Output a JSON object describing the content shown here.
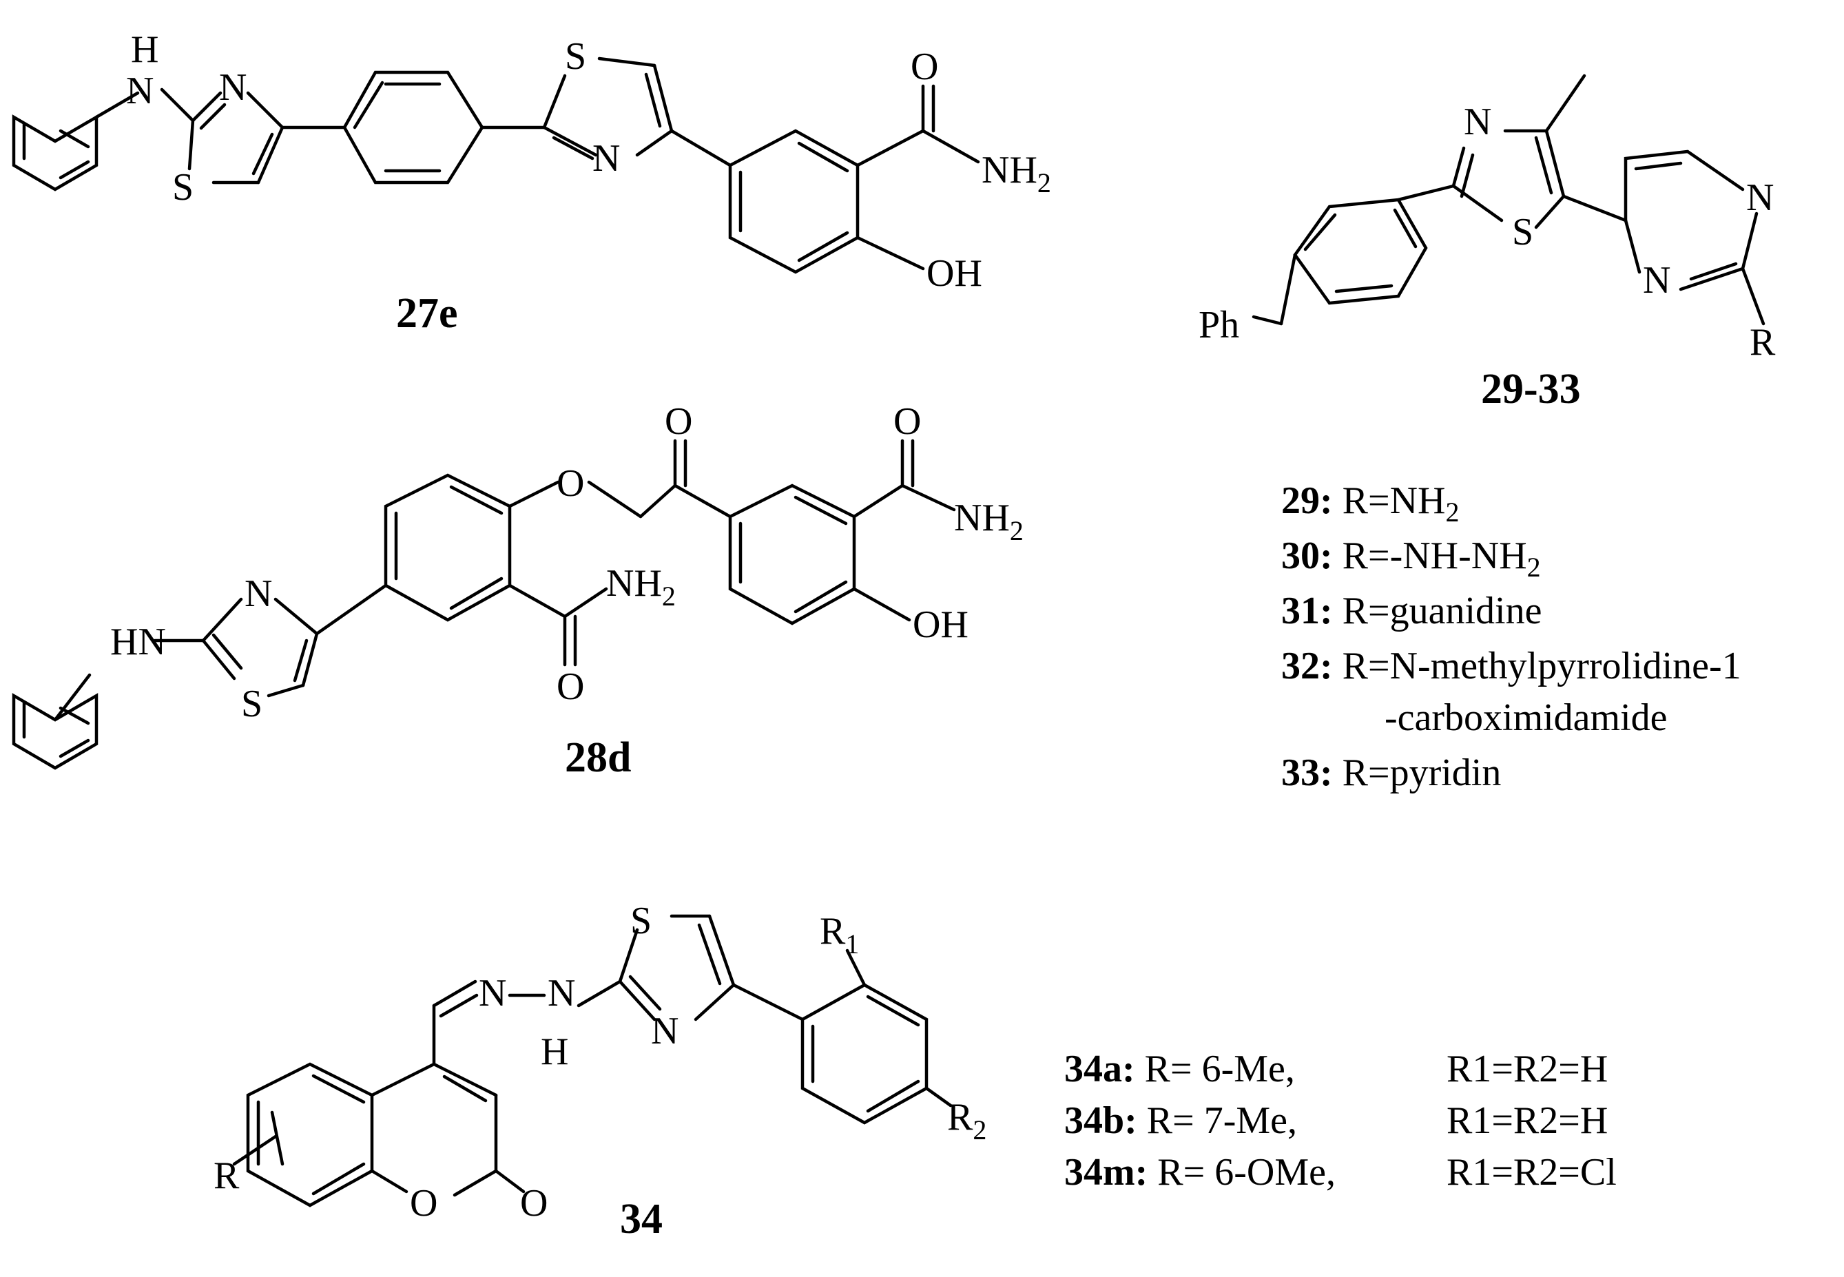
{
  "compounds": {
    "c27e": {
      "label": "27e"
    },
    "c28d": {
      "label": "28d"
    },
    "c29_33": {
      "label": "29-33"
    },
    "c34": {
      "label": "34"
    }
  },
  "atoms": {
    "H": "H",
    "N": "N",
    "S": "S",
    "O": "O",
    "NH": "NH",
    "HN": "HN",
    "OH": "OH",
    "Ph": "Ph",
    "R": "R",
    "R1_main": "R",
    "R1_sub": "1",
    "R2_main": "R",
    "R2_sub": "2",
    "NH2_main": "NH",
    "NH2_sub": "2"
  },
  "legend_29_33": [
    {
      "id": "29:",
      "text_a": " R=NH",
      "sub": "2",
      "text_b": ""
    },
    {
      "id": "30:",
      "text_a": " R=-NH-NH",
      "sub": "2",
      "text_b": ""
    },
    {
      "id": "31:",
      "text_a": " R=guanidine",
      "sub": "",
      "text_b": ""
    },
    {
      "id": "32:",
      "text_a": " R=N-methylpyrrolidine-1",
      "sub": "",
      "text_b": ""
    },
    {
      "id": "",
      "text_a": "-carboximidamide",
      "sub": "",
      "text_b": ""
    },
    {
      "id": "33:",
      "text_a": " R=pyridin",
      "sub": "",
      "text_b": ""
    }
  ],
  "legend_34": [
    {
      "id": "34a:",
      "r": " R= 6-Me,",
      "rr": "R1=R2=H"
    },
    {
      "id": "34b:",
      "r": " R= 7-Me,",
      "rr": "R1=R2=H"
    },
    {
      "id": "34m:",
      "r": " R= 6-OMe,",
      "rr": "R1=R2=Cl"
    }
  ]
}
